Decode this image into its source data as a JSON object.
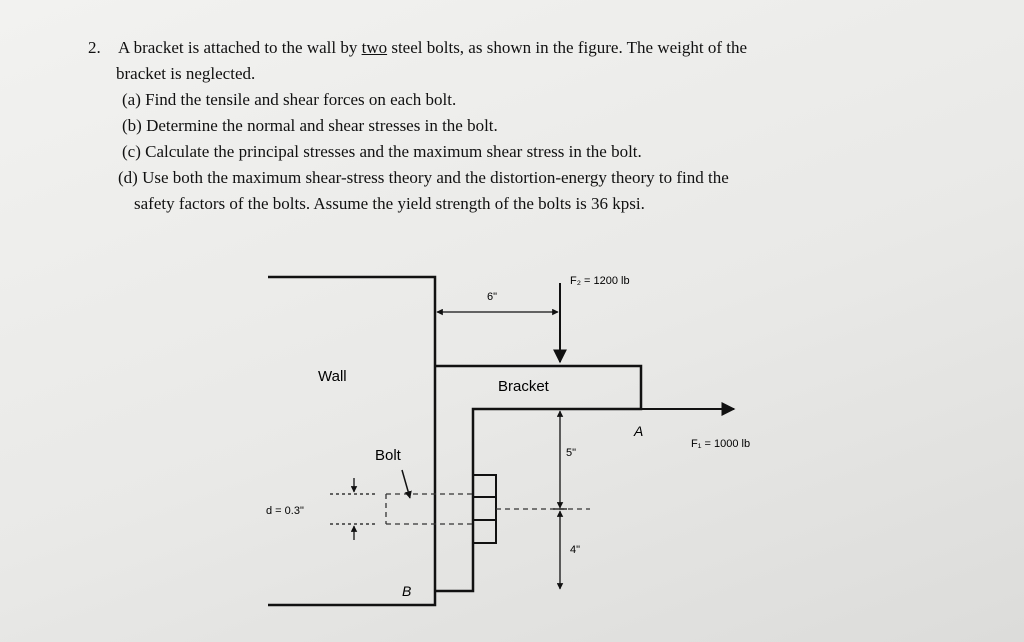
{
  "problem": {
    "number": "2.",
    "intro_pre": "A bracket is attached to the wall by",
    "intro_emph": "two",
    "intro_post": "steel bolts, as shown in the figure. The weight of the",
    "intro_line2": "bracket is neglected.",
    "parts": [
      {
        "label": "(a)",
        "text": "Find the tensile and shear forces on each bolt."
      },
      {
        "label": "(b)",
        "text": "Determine the normal and shear stresses in the bolt."
      },
      {
        "label": "(c)",
        "text": "Calculate the principal stresses and the maximum shear stress in the bolt."
      },
      {
        "label": "(d)",
        "text": "Use both the maximum shear-stress theory and the distortion-energy theory to find the"
      },
      {
        "label": "",
        "text": "safety factors of the bolts. Assume the yield strength of the bolts is 36 kpsi."
      }
    ]
  },
  "figure": {
    "force_vertical": "F₂ = 1200 lb",
    "force_horizontal": "F₁ = 1000 lb",
    "dim_6": "6\"",
    "dim_5": "5\"",
    "dim_4": "4\"",
    "dim_d": "d = 0.3\"",
    "label_wall": "Wall",
    "label_bracket": "Bracket",
    "label_bolt": "Bolt",
    "point_a": "A",
    "point_b": "B"
  }
}
